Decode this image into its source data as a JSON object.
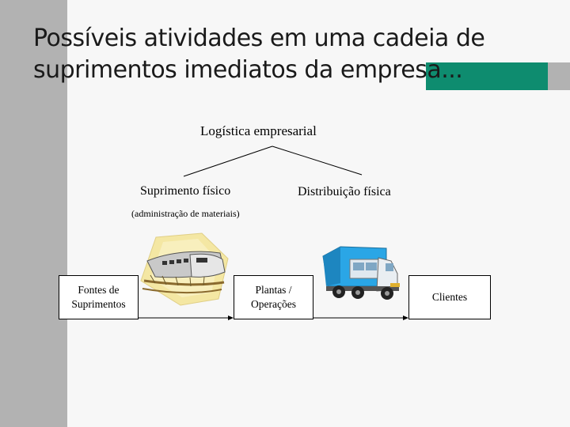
{
  "slide": {
    "title_line1": "Possíveis atividades em uma cadeia de",
    "title_line2": "suprimentos imediatos da empresa..."
  },
  "diagram": {
    "root": "Logística empresarial",
    "branch_left": "Suprimento físico",
    "branch_left_sub": "(administração de materiais)",
    "branch_right": "Distribuição física",
    "nodes": [
      {
        "line1": "Fontes de",
        "line2": "Suprimentos"
      },
      {
        "line1": "Plantas /",
        "line2": "Operações"
      },
      {
        "line1": "Clientes",
        "line2": ""
      }
    ],
    "icons": [
      "train-icon",
      "truck-icon"
    ]
  },
  "colors": {
    "accent": "#0e8c6f",
    "sidebar": "#b2b2b2",
    "truck_body": "#2aa6e6"
  }
}
